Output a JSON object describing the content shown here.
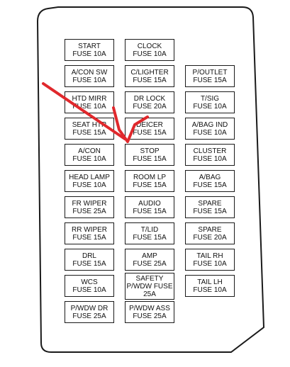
{
  "colors": {
    "outline": "#1a1a1a",
    "arrow": "#e0282c",
    "background": "#ffffff"
  },
  "fuses": {
    "start": {
      "line1": "START",
      "line2": "FUSE 10A"
    },
    "clock": {
      "line1": "CLOCK",
      "line2": "FUSE 10A"
    },
    "acon_sw": {
      "line1": "A/CON SW",
      "line2": "FUSE 10A"
    },
    "c_lighter": {
      "line1": "C/LIGHTER",
      "line2": "FUSE 15A"
    },
    "p_outlet": {
      "line1": "P/OUTLET",
      "line2": "FUSE 15A"
    },
    "htd_mirr": {
      "line1": "HTD MIRR",
      "line2": "FUSE 10A"
    },
    "dr_lock": {
      "line1": "DR LOCK",
      "line2": "FUSE 20A"
    },
    "t_sig": {
      "line1": "T/SIG",
      "line2": "FUSE 10A"
    },
    "seat_htr": {
      "line1": "SEAT HTR",
      "line2": "FUSE 15A"
    },
    "deicer": {
      "line1": "DEICER",
      "line2": "FUSE 15A"
    },
    "abag_ind": {
      "line1": "A/BAG IND",
      "line2": "FUSE 10A"
    },
    "acon": {
      "line1": "A/CON",
      "line2": "FUSE 10A"
    },
    "stop": {
      "line1": "STOP",
      "line2": "FUSE 15A"
    },
    "cluster": {
      "line1": "CLUSTER",
      "line2": "FUSE 10A"
    },
    "head_lamp": {
      "line1": "HEAD LAMP",
      "line2": "FUSE 10A"
    },
    "room_lp": {
      "line1": "ROOM LP",
      "line2": "FUSE 15A"
    },
    "abag": {
      "line1": "A/BAG",
      "line2": "FUSE 15A"
    },
    "fr_wiper": {
      "line1": "FR WIPER",
      "line2": "FUSE 25A"
    },
    "audio": {
      "line1": "AUDIO",
      "line2": "FUSE 15A"
    },
    "spare_1": {
      "line1": "SPARE",
      "line2": "FUSE 15A"
    },
    "rr_wiper": {
      "line1": "RR WIPER",
      "line2": "FUSE 15A"
    },
    "t_lid": {
      "line1": "T/LID",
      "line2": "FUSE 15A"
    },
    "spare_2": {
      "line1": "SPARE",
      "line2": "FUSE 20A"
    },
    "drl": {
      "line1": "DRL",
      "line2": "FUSE 15A"
    },
    "amp": {
      "line1": "AMP",
      "line2": "FUSE 25A"
    },
    "tail_rh": {
      "line1": "TAIL RH",
      "line2": "FUSE 10A"
    },
    "wcs": {
      "line1": "WCS",
      "line2": "FUSE 10A"
    },
    "safety_pwdw": {
      "line1": "SAFETY",
      "line2": "P/WDW FUSE",
      "line3": "25A"
    },
    "tail_lh": {
      "line1": "TAIL LH",
      "line2": "FUSE 10A"
    },
    "pwdw_dr": {
      "line1": "P/WDW DR",
      "line2": "FUSE 25A"
    },
    "pwdw_ass": {
      "line1": "P/WDW ASS",
      "line2": "FUSE 25A"
    }
  }
}
